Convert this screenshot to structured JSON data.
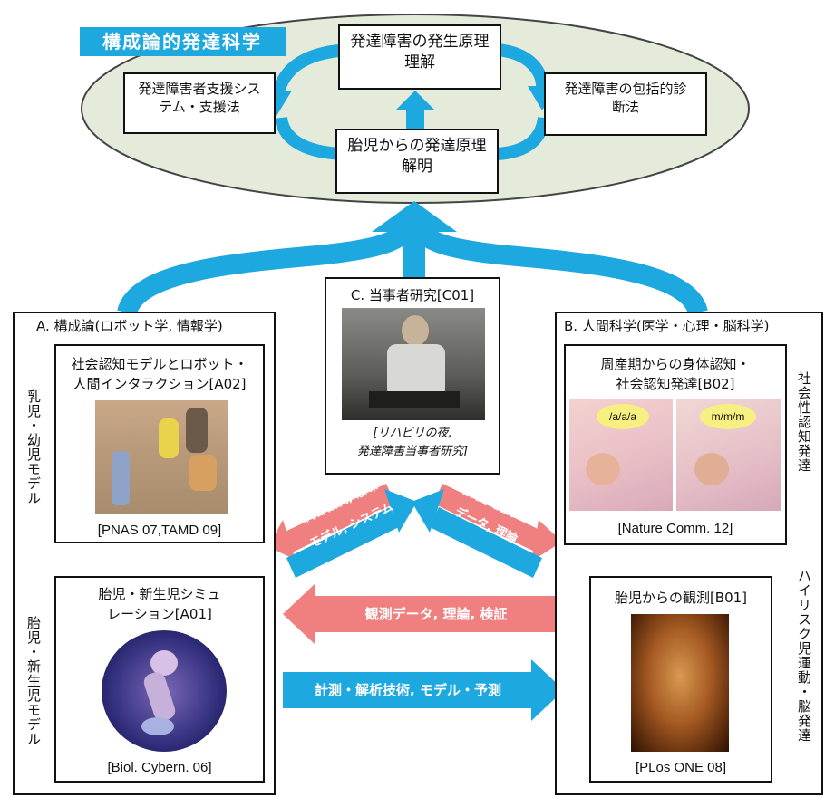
{
  "title": "構成論的発達科学",
  "center_goals": {
    "top": "発達障害の発生原理理解",
    "left": "発達障害者支援システム・支援法",
    "right": "発達障害の包括的診断法",
    "bottom": "胎児からの発達原理解明"
  },
  "panel_a": {
    "header": "A. 構成論(ロボット学, 情報学)",
    "a02": {
      "title_line1": "社会認知モデルとロボット・",
      "title_line2": "人間インタラクション[A02]",
      "citation": "[PNAS 07,TAMD 09]"
    },
    "a01": {
      "title_line1": "胎児・新生児シミュ",
      "title_line2": "レーション[A01]",
      "citation": "[Biol. Cybern. 06]"
    },
    "side_upper": "乳児・幼児モデル",
    "side_lower": "胎児・新生児モデル"
  },
  "panel_c": {
    "header": "C. 当事者研究[C01]",
    "caption_line1": "[リハビリの夜,",
    "caption_line2": "発達障害当事者研究]"
  },
  "panel_b": {
    "header": "B. 人間科学(医学・心理・脳科学)",
    "b02": {
      "title_line1": "周産期からの身体認知・",
      "title_line2": "社会認知発達[B02]",
      "bubble_left": "/a/a/a",
      "bubble_right": "m/m/m",
      "citation": "[Nature Comm. 12]"
    },
    "b01": {
      "title": "胎児からの観測[B01]",
      "citation": "[PLos ONE 08]"
    },
    "side_upper": "社会性認知発達",
    "side_lower": "ハイリスク児運動・脳発達"
  },
  "arrows": {
    "red_upper": "内部観測, 意味",
    "blue_upper": "モデル, システム",
    "red_right": "解釈, 仮説",
    "blue_right": "データ, 理論",
    "red_middle": "観測データ, 理論, 検証",
    "blue_bottom": "計測・解析技術, モデル・予測"
  },
  "colors": {
    "blue": "#1ea8e0",
    "red": "#f08080",
    "ellipse": "#e4ebda",
    "light_blue": "#a8cfe4"
  }
}
